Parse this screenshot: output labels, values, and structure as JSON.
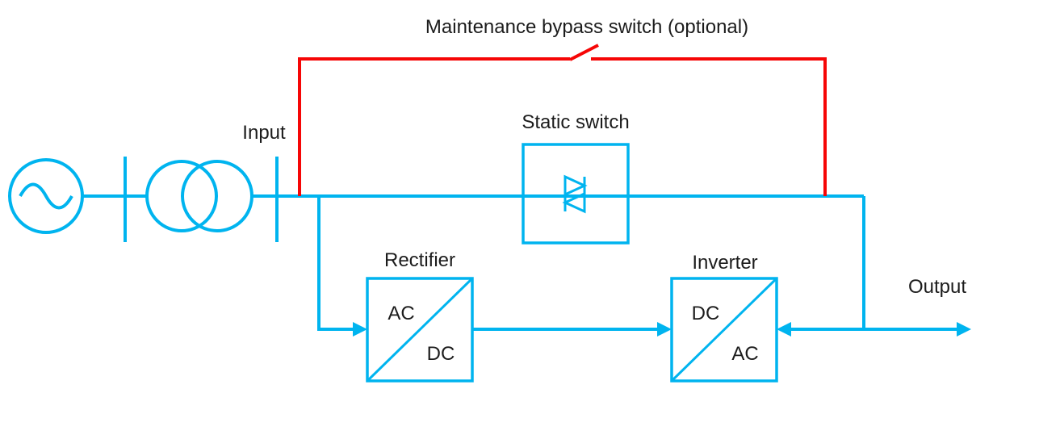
{
  "diagram": {
    "labels": {
      "maintenance_bypass": "Maintenance bypass switch (optional)",
      "input": "Input",
      "static_switch": "Static switch",
      "rectifier": "Rectifier",
      "rectifier_in": "AC",
      "rectifier_out": "DC",
      "inverter": "Inverter",
      "inverter_in": "DC",
      "inverter_out": "AC",
      "output": "Output"
    },
    "colors": {
      "line": "#00b4ef",
      "bypass": "#f60606",
      "text": "#1c1c1c",
      "background": "#ffffff"
    }
  }
}
